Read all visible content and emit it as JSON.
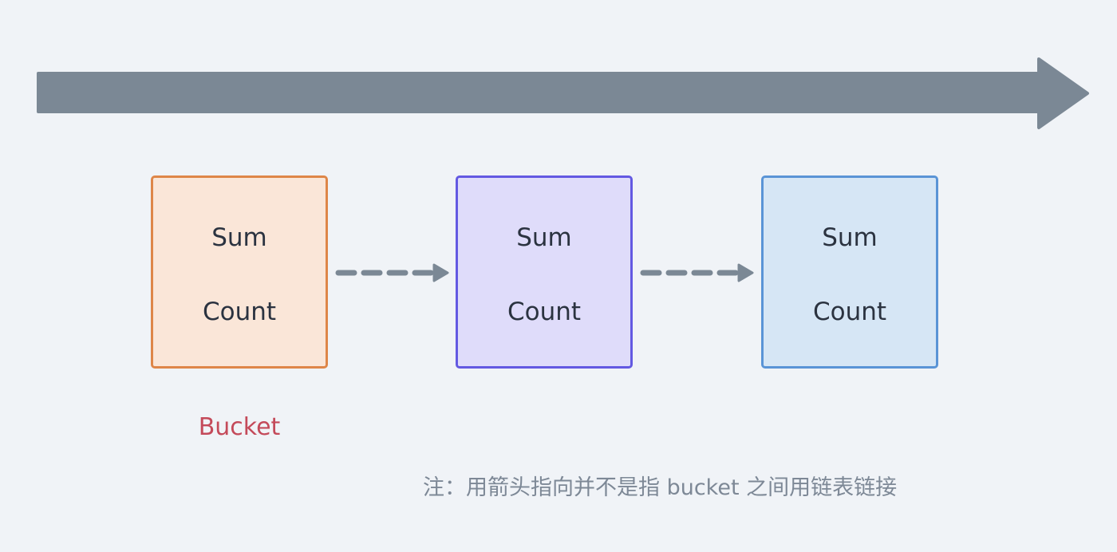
{
  "buckets": [
    {
      "sum": "Sum",
      "count": "Count"
    },
    {
      "sum": "Sum",
      "count": "Count"
    },
    {
      "sum": "Sum",
      "count": "Count"
    }
  ],
  "bucket_label": "Bucket",
  "note": "注：用箭头指向并不是指 bucket 之间用链表链接",
  "colors": {
    "timeline_arrow": "#7b8895",
    "dashed_arrow": "#7b8895",
    "bucket_1_fill": "#fae6d8",
    "bucket_1_border": "#de8648",
    "bucket_2_fill": "#dfdcfa",
    "bucket_2_border": "#6359e2",
    "bucket_3_fill": "#d6e6f5",
    "bucket_3_border": "#5a94d6",
    "label": "#c44a5a",
    "note": "#7d8896"
  }
}
